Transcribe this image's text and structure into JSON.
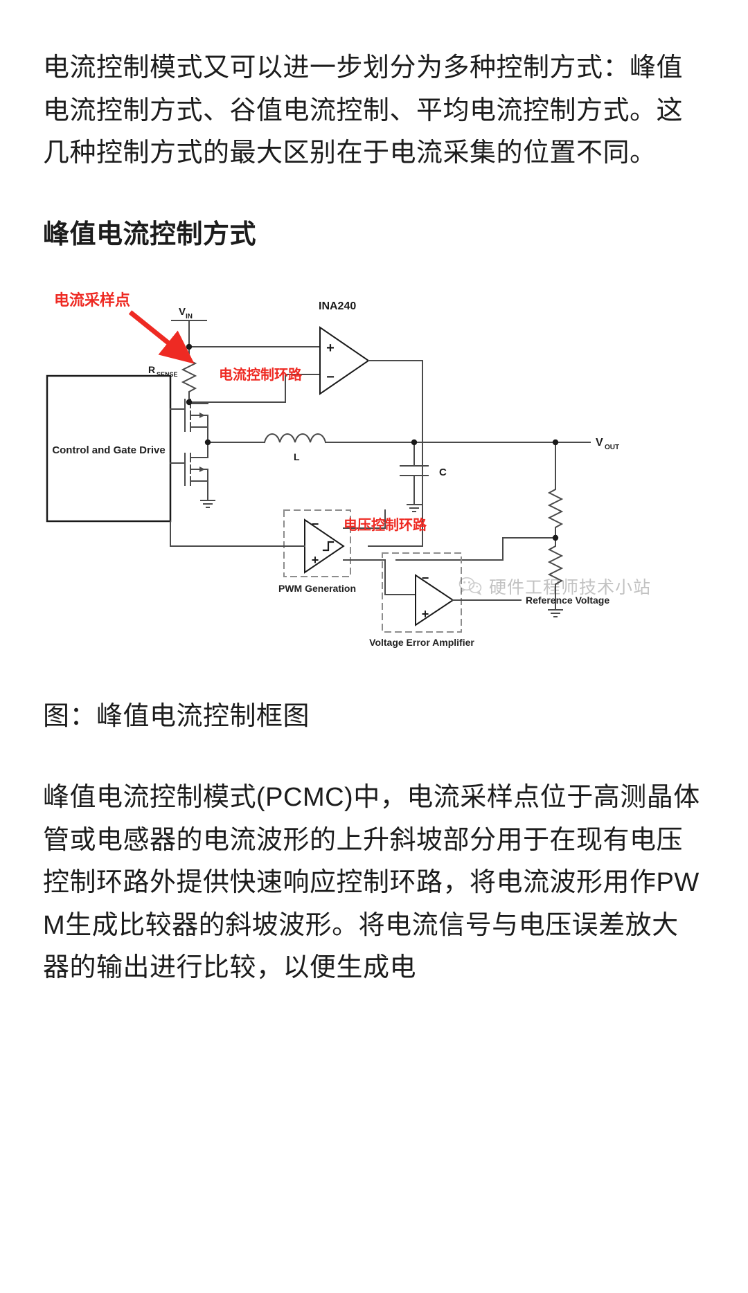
{
  "article": {
    "paragraph_1": "电流控制模式又可以进一步划分为多种控制方式：峰值电流控制方式、谷值电流控制、平均电流控制方式。这几种控制方式的最大区别在于电流采集的位置不同。",
    "heading_1": "峰值电流控制方式",
    "figure_caption": "图：峰值电流控制框图",
    "paragraph_2": "峰值电流控制模式(PCMC)中，电流采样点位于高测晶体管或电感器的电流波形的上升斜坡部分用于在现有电压控制环路外提供快速响应控制环路，将电流波形用作PWM生成比较器的斜坡波形。将电流信号与电压误差放大器的输出进行比较，以便生成电"
  },
  "diagram": {
    "title": "峰值电流控制框图",
    "annotations": {
      "current_sense_point": "电流采样点",
      "current_control_loop": "电流控制环路",
      "voltage_control_loop": "电压控制环路"
    },
    "labels": {
      "vin": "V",
      "vin_sub": "IN",
      "vout": "V",
      "vout_sub": "OUT",
      "rsense": "R",
      "rsense_sub": "SENSE",
      "ina240": "INA240",
      "control_block": "Control and Gate Drive",
      "inductor": "L",
      "capacitor": "C",
      "pwm_generation": "PWM Generation",
      "voltage_error_amplifier": "Voltage Error Amplifier",
      "reference_voltage": "Reference Voltage",
      "opamp_plus": "+",
      "opamp_minus": "−"
    },
    "colors": {
      "annotation_red": "#ee2a23",
      "wire": "#4a4a4a",
      "wire_dark": "#1a1a1a",
      "dashed": "#8c8c8c"
    }
  },
  "watermark": {
    "text": "硬件工程师技术小站",
    "icon": "wechat-icon"
  }
}
